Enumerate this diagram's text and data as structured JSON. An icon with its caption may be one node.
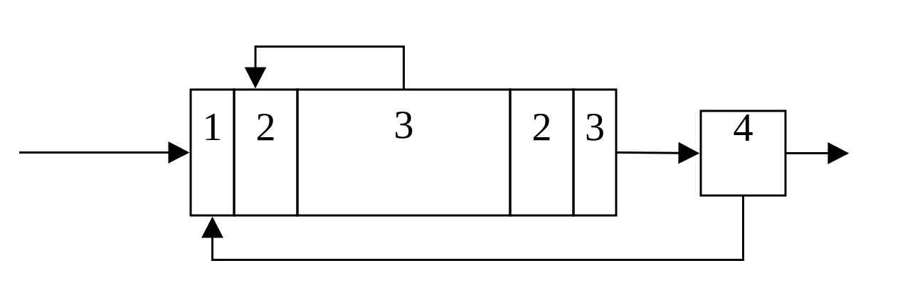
{
  "diagram": {
    "nodes": [
      {
        "text": [
          "1"
        ]
      },
      {
        "text": [
          "2"
        ]
      },
      {
        "text": [
          "3"
        ]
      },
      {
        "text": [
          "2"
        ]
      },
      {
        "text": [
          "3"
        ]
      },
      {
        "text": [
          "4"
        ]
      }
    ],
    "edges": [
      {
        "from": null,
        "to": 0,
        "arrow": "to"
      },
      {
        "from": 2,
        "to": 1,
        "arrow": "to"
      },
      {
        "from": 4,
        "to": 5,
        "arrow": "to"
      },
      {
        "from": 5,
        "to": null,
        "arrow": "to"
      },
      {
        "from": 5,
        "to": 0,
        "arrow": "to"
      }
    ]
  }
}
